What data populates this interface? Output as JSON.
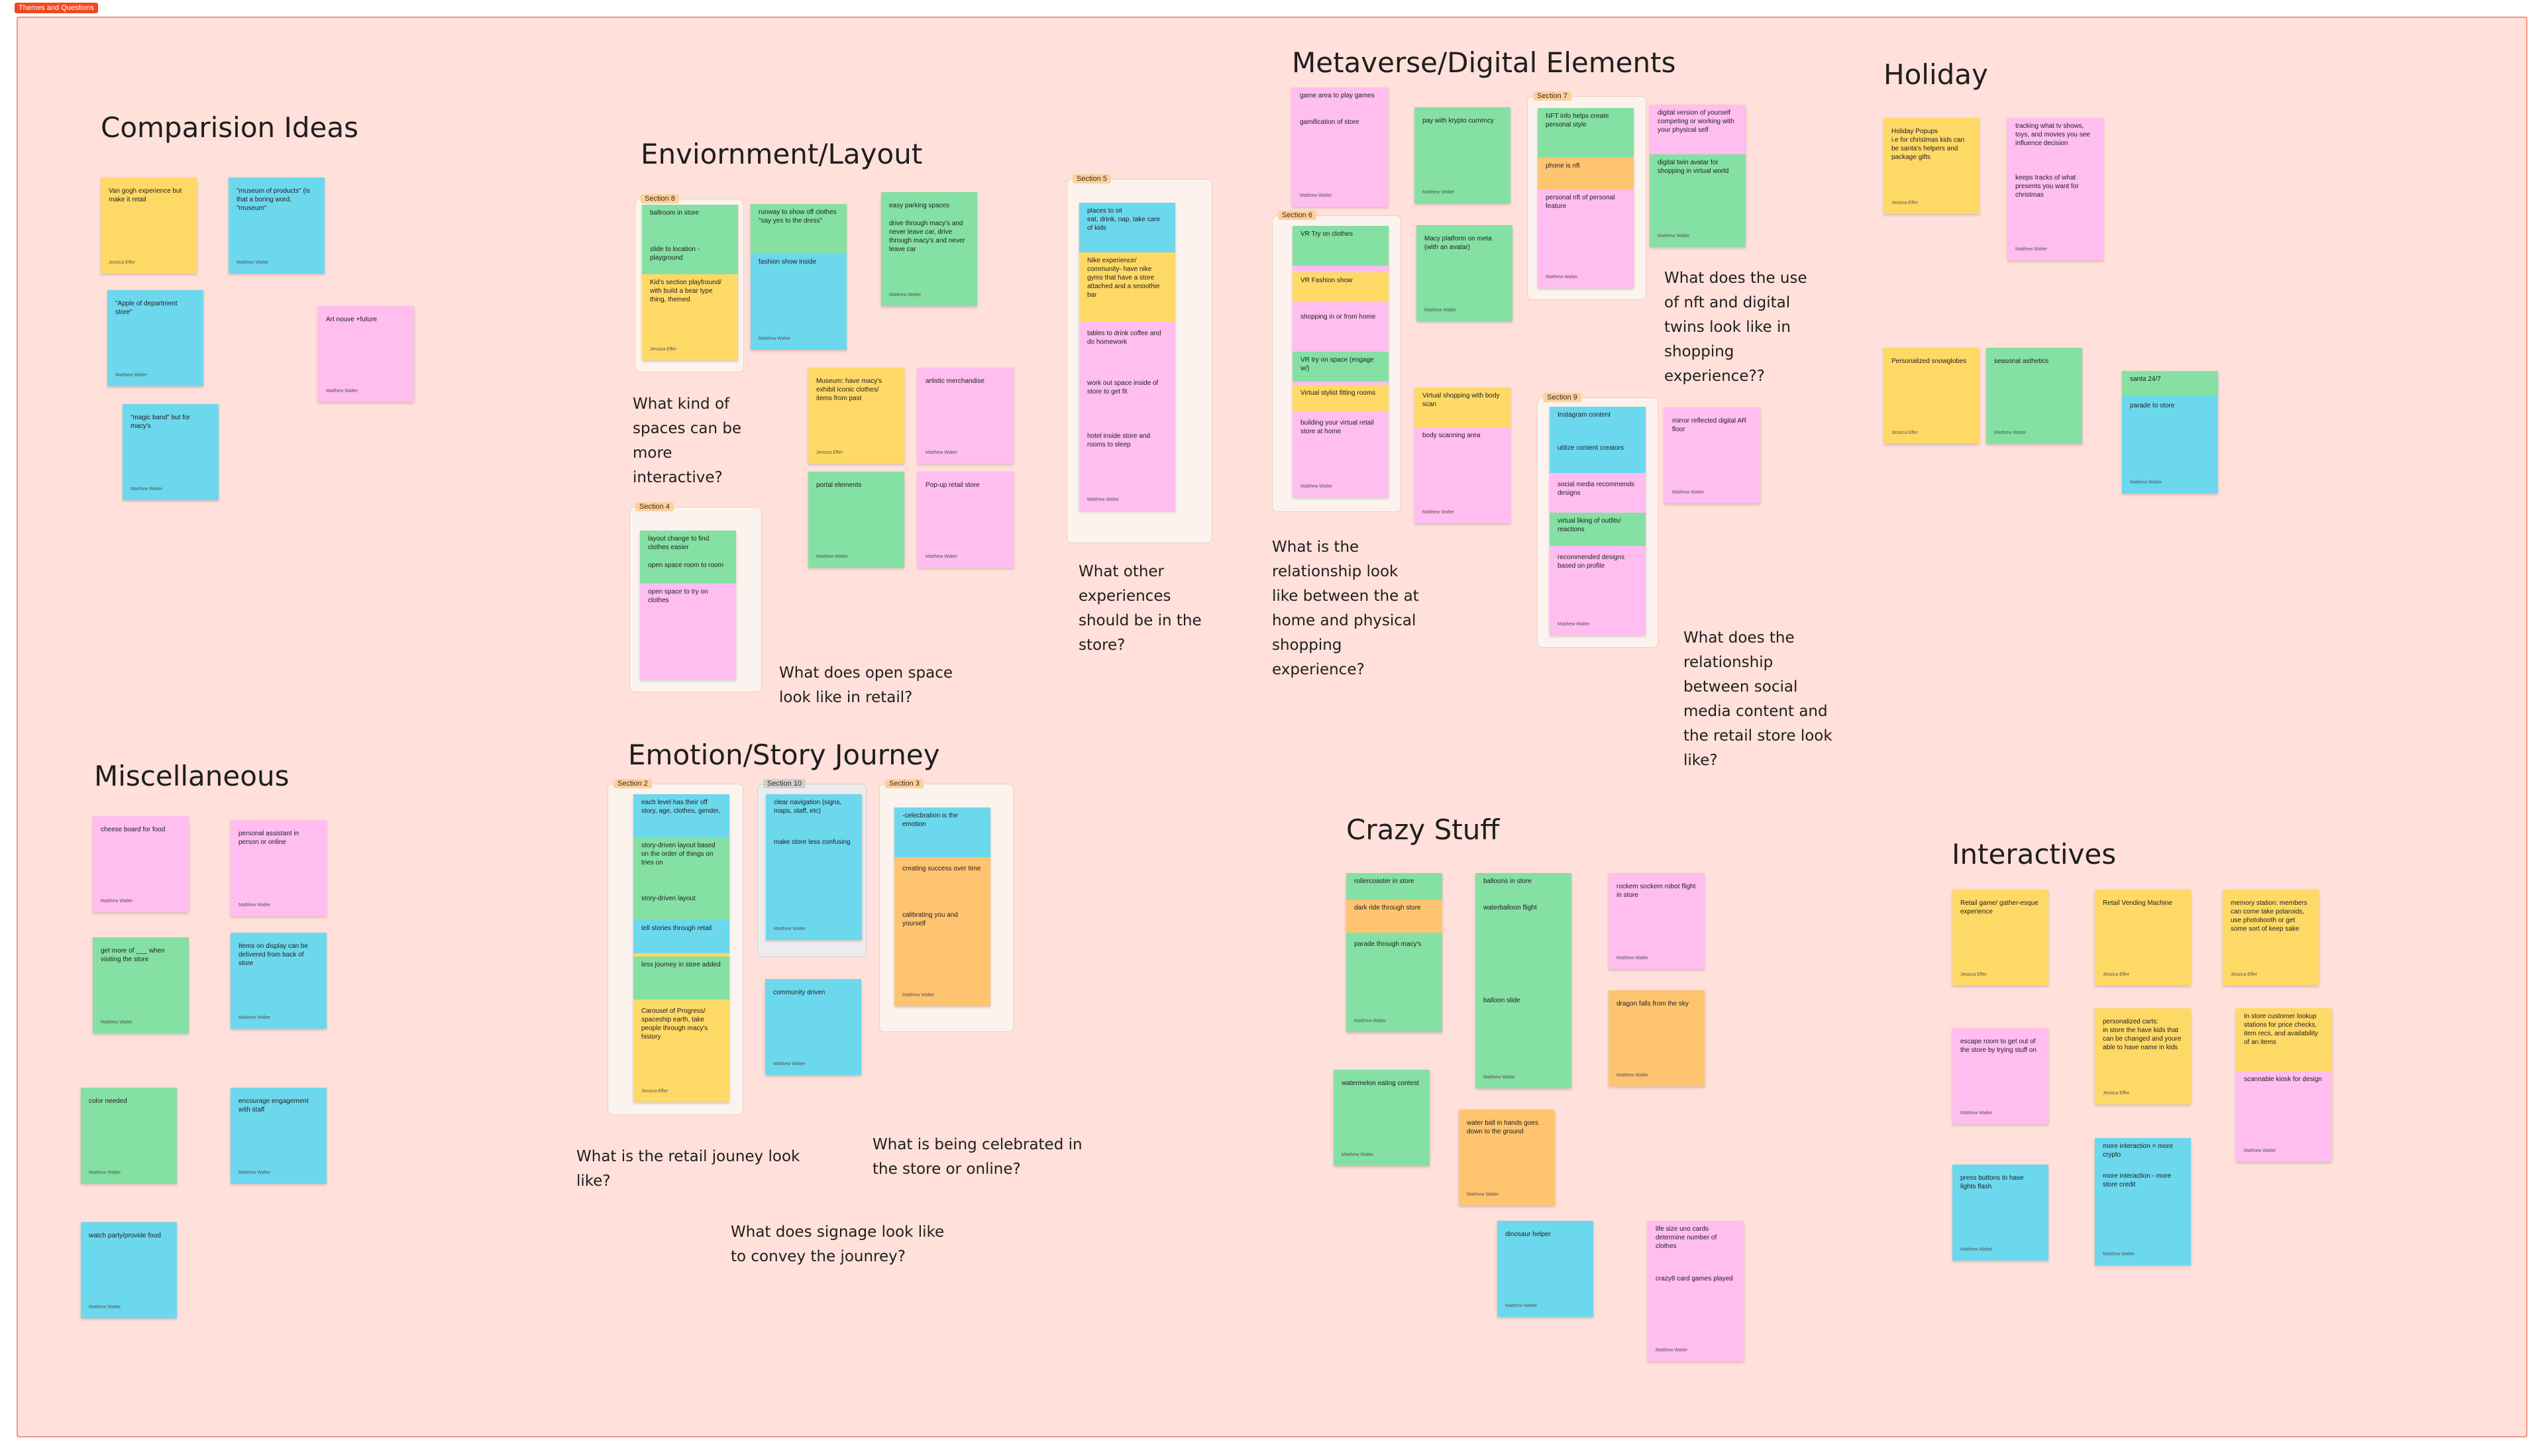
{
  "frame_label": "Themes and Questions",
  "author_matthew": "Matthew Walter",
  "author_jessica": "Jessica Effer",
  "sections": {
    "s2": "Section 2",
    "s3": "Section 3",
    "s4": "Section 4",
    "s5": "Section 5",
    "s6": "Section 6",
    "s7": "Section 7",
    "s8": "Section 8",
    "s9": "Section 9",
    "s10": "Section 10"
  },
  "titles": {
    "comparison": "Comparision Ideas",
    "environment": "Enviornment/Layout",
    "metaverse": "Metaverse/Digital Elements",
    "holiday": "Holiday",
    "misc": "Miscellaneous",
    "emotion": "Emotion/Story Journey",
    "crazy": "Crazy Stuff",
    "interactives": "Interactives"
  },
  "questions": {
    "q1": "What kind of\nspaces can be\nmore\ninteractive?",
    "q2": "What does open space\nlook like in retail?",
    "q3": "What other\nexperiences\nshould be in the\nstore?",
    "q4": "What is the\nrelationship look\nlike between the at\nhome and physical\nshopping\nexperience?",
    "q5": "What does the use\nof nft and digital\ntwins look like in\nshopping\nexperience??",
    "q6": "What does the\nrelationship\nbetween social\nmedia content and\nthe retail store look\nlike?",
    "q7": "What is the retail jouney look\nlike?",
    "q8": "What is being celebrated in\nthe store or online?",
    "q9": "What does signage look like\nto convey the jounrey?"
  },
  "notes": {
    "c1": "Van gogh experience but make it retail",
    "c2": "\"museum of products\" (is that a boring word, \"museum\"",
    "c3": "\"Apple of department store\"",
    "c4": "Art nouve +future",
    "c5": "\"magic band\" but for macy's",
    "s8a": "ballroom in store",
    "s8b": "slide to location -playground",
    "s8c": "Kid's section playfround/ with build a bear type thing, themed",
    "e1a": "runway to show off clothes \"say yes to the dress\"",
    "e1b": "fashion show inside",
    "e2": "easy parking spaces",
    "e2b": "drive through macy's and never leave car, drive through macy's and never leave car",
    "e3": "Museum: have macy's exhibit iconic clothes/ items from past",
    "e4": "artistic merchandise",
    "e5": "portal elements",
    "e6": "Pop-up retail store",
    "s4a": "layout change to find clothes easier",
    "s4b": "open space room to room",
    "s4c": "open space to try on clothes",
    "s5a": "places to sit\neat, drink, nap, take care of kids",
    "s5b": "Nike experience/ community- have nike gyms that have a store attached and a smoothie bar",
    "s5c": "tables to drink coffee and do homework",
    "s5d": "work out space inside of store to get fit",
    "s5e": "hotel inside store and rooms to sleep",
    "m1a": "game area to play games",
    "m1b": "gamification of store",
    "m2": "pay with krypto currency",
    "s7a": "NFT info helps create personal style",
    "s7b": "phone is nft",
    "s7c": "personal nft of personal feature",
    "m3a": "digital version of yourself competing or working with your physical self",
    "m3b": "digital twin avatar for shopping in virtual world",
    "s6a": "VR Try on clothes",
    "s6b": "VR Fashion show",
    "s6c": "shopping in or from home",
    "s6d": "VR try on space (engage w/)",
    "s6e": "Virtual stylist fitting rooms",
    "s6f": "building your virtual retail store at home",
    "m4": "Macy platform on meta (with an avatar)",
    "m5a": "Virtual shopping with body scan",
    "m5b": "body scanning area",
    "s9a": "Instagram content",
    "s9b": "utilize content creators",
    "s9c": "social media recommends designs",
    "s9d": "virtual liking of outfits/ reactions",
    "s9e": "recommended designs based on profile",
    "m6": "mirror reflected digital AR floor",
    "h1": "Holiday Popups\ni.e for christmas kids can be santa's helpers and package gifts",
    "h2a": "tracking what tv shows, toys, and movies you see influence decision",
    "h2b": "keeps tracks of what presents you want for christmas",
    "h3": "Personalized snowglobes",
    "h4": "seasonal asthetics",
    "h5a": "santa 24/7",
    "h5b": "parade to store",
    "x1": "cheese board for food",
    "x2": "personal assistant in person or online",
    "x3": "get more of ___ when visiting the store",
    "x4": "Items on display can be delivered from back of store",
    "x5": "color needed",
    "x6": "encourage engagement with staff",
    "x7": "watch party/provide food",
    "s2a": "each level has their off story, age, clothes, gender,",
    "s2b": "story-driven layout based on the order of things on tries on",
    "s2c": "story-driven layout",
    "s2d": "tell stories through retail",
    "s2e": "less journey in store added",
    "s2f": "Carousel of Progress/ spaceship earth, take people through macy's history",
    "s10a": "clear navigation (signs, maps, staff, etc)",
    "s10b": "make store less confusing",
    "j1": "community driven",
    "s3a": "-celecbration is the emotion",
    "s3b": "creating success over time",
    "s3c": "calibrating you and yourself",
    "k1a": "rollercoaster in store",
    "k1b": "dark ride through store",
    "k1c": "parade through macy's",
    "k2a": "balloons in store",
    "k2b": "waterballoon flight",
    "k2c": "balloon slide",
    "k3": "rockem sockem robot flight in store",
    "k4": "dragon falls from the sky",
    "k5": "watermelon eating contest",
    "k6": "water ball in hands goes down to the ground",
    "k7": "dinosaur helper",
    "k8a": "life size uno cards determine number of clothes",
    "k8b": "crazy8 card games played",
    "i1": "Retail game/ gather-esque experience",
    "i2": "Retail Vending Machine",
    "i3": "memory station: members can come take polaroids, use photobooth or get some sort of keep sake",
    "i4": "escape room to get out of the store by trying stuff on",
    "i5": "personalized carts:\nin store the have kids that can be changed and youre able to have name in kids",
    "i6a": "In store customer lookup stations for price checks, item recs, and availability of an items",
    "i6b": "scannable kiosk for design",
    "i7": "press buttons to have lights flash",
    "i8a": "more interaction = more crypto",
    "i8b": "more interaction - more store credit"
  }
}
